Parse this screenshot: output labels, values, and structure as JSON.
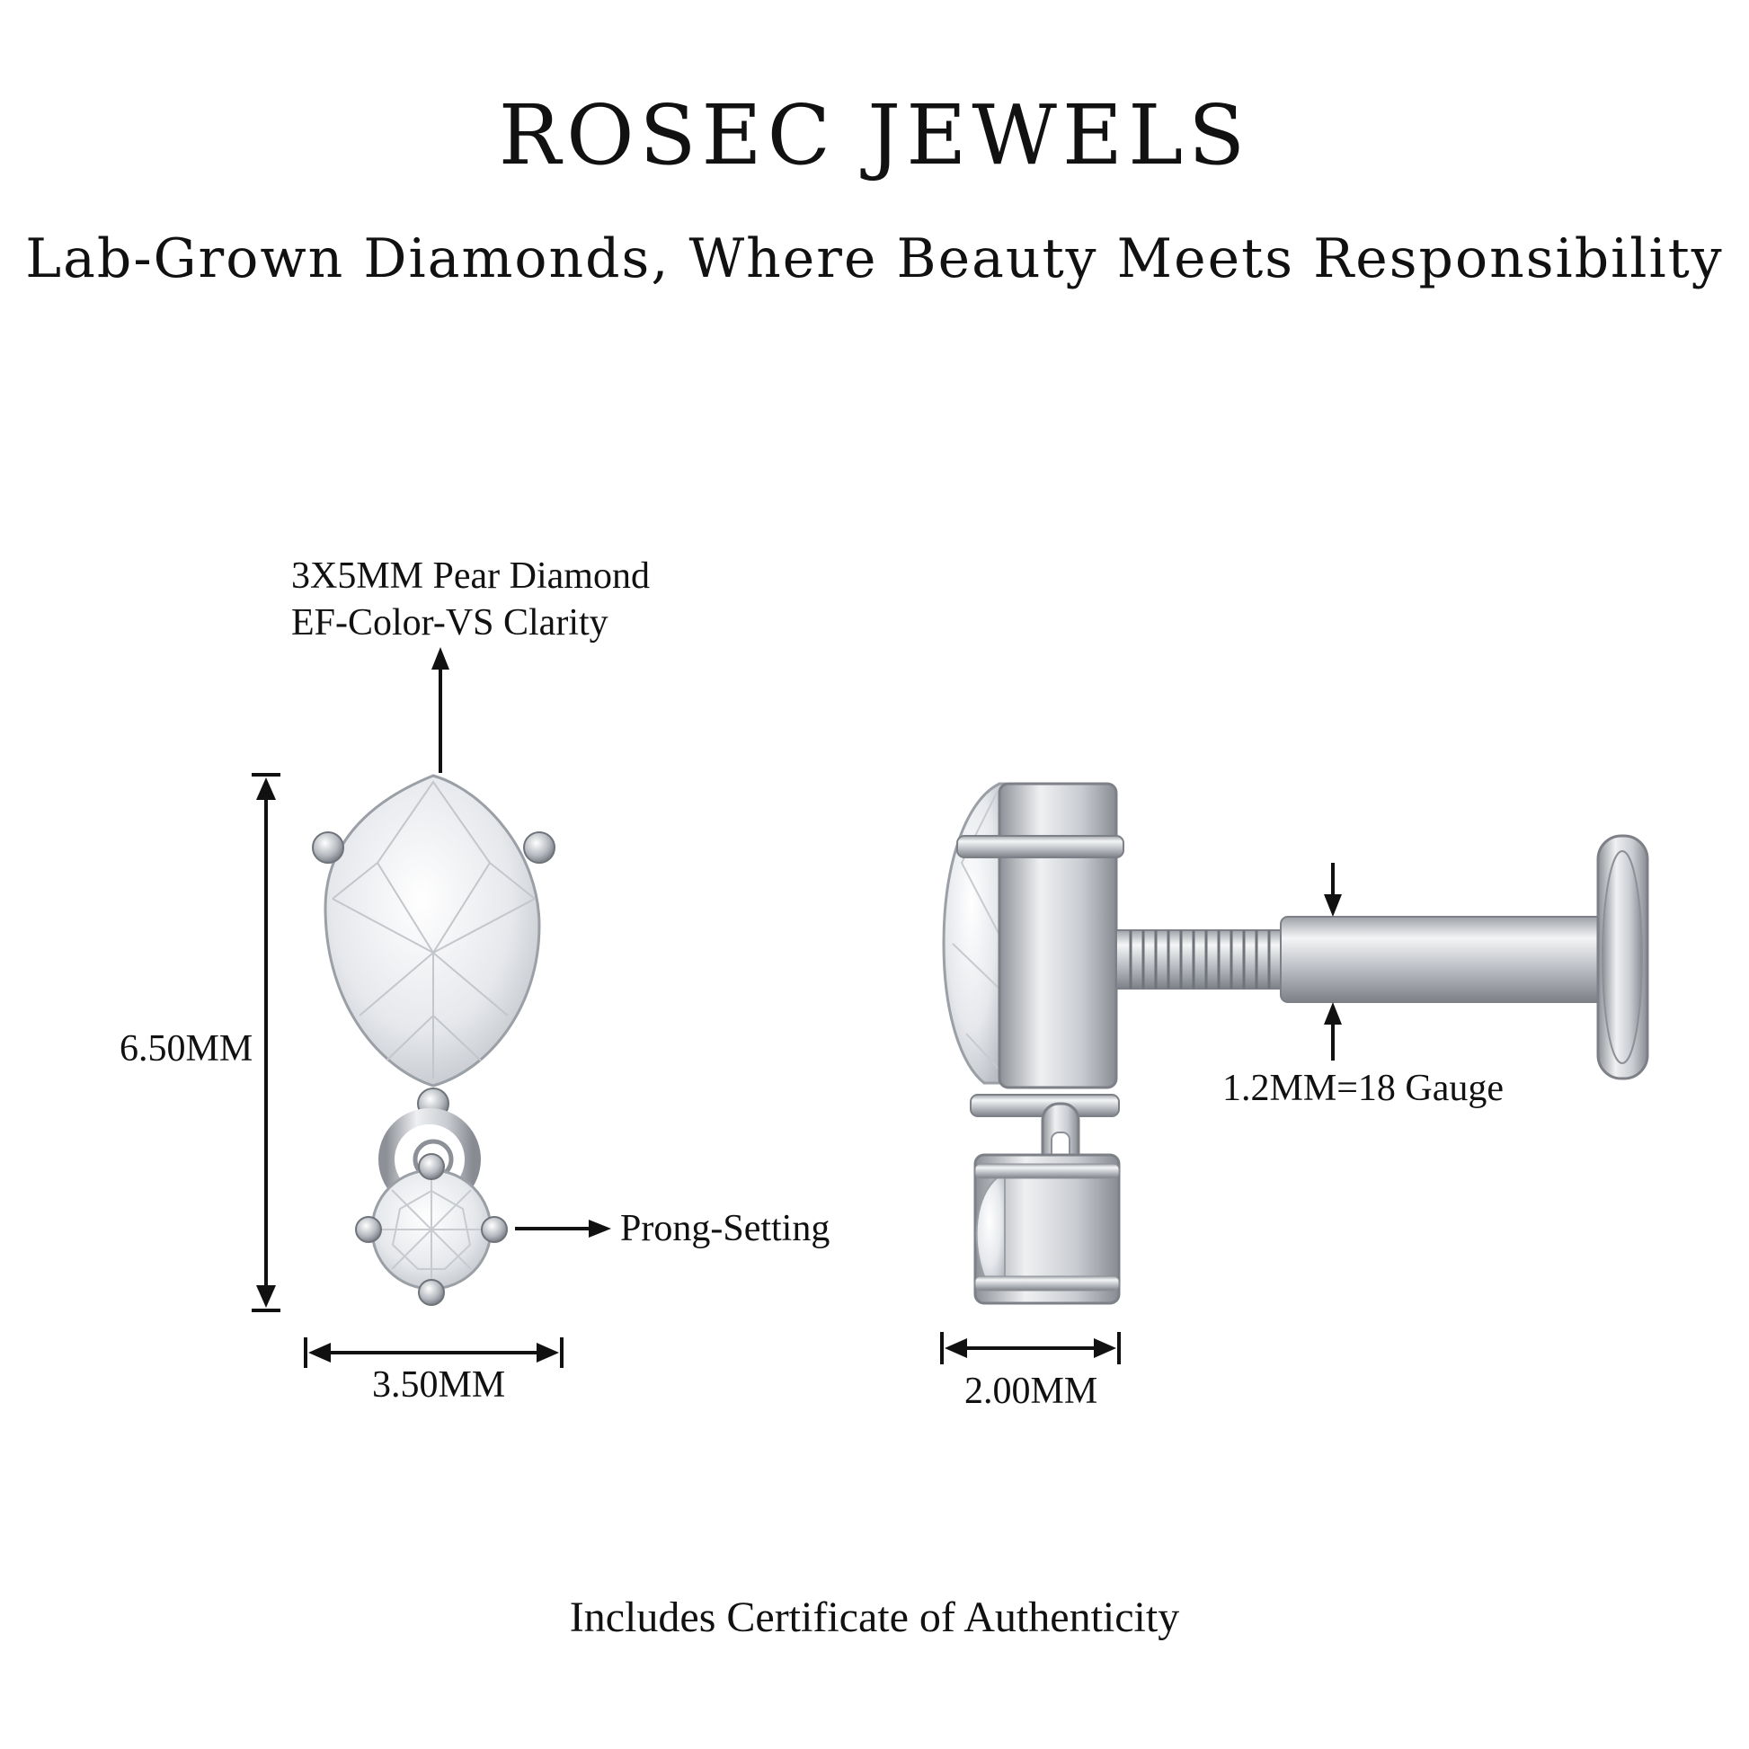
{
  "header": {
    "brand": "ROSEC JEWELS",
    "tagline": "Lab-Grown Diamonds, Where Beauty Meets Responsibility"
  },
  "front_view": {
    "stone_label_line1": "3X5MM Pear Diamond",
    "stone_label_line2": "EF-Color-VS Clarity",
    "height_label": "6.50MM",
    "width_label": "3.50MM",
    "setting_label": "Prong-Setting"
  },
  "side_view": {
    "depth_label": "2.00MM",
    "gauge_label": "1.2MM=18 Gauge"
  },
  "footer": {
    "note": "Includes Certificate of Authenticity"
  },
  "colors": {
    "text": "#111111",
    "metal": "#c8cbd0",
    "diamond": "#eef0f3"
  }
}
